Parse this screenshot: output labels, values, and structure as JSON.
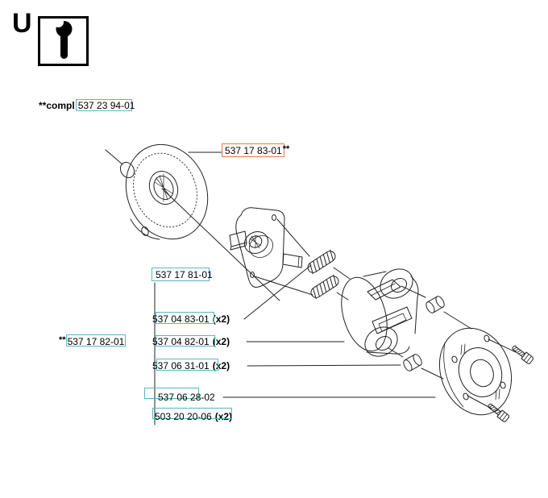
{
  "page": {
    "section_letter": "U",
    "tool_icon": "wrench-icon"
  },
  "colors": {
    "highlight_cyan": "#54b7c8",
    "highlight_orange": "#dd7a50",
    "line_color": "#222222",
    "text_color": "#000000"
  },
  "labels": {
    "compl": {
      "prefix": "**compl",
      "number": "537 23 94-01"
    },
    "p1783": {
      "number": "537 17 83-01",
      "suffix": "**"
    },
    "p1781": {
      "number": "537 17 81-01"
    },
    "p0483": {
      "number": "537 04 83-01",
      "qty": "(x2)"
    },
    "p0482": {
      "number": "537 04 82-01",
      "qty": "(x2)"
    },
    "p0631": {
      "number": "537 06 31-01",
      "qty": "(x2)"
    },
    "p0628": {
      "number": "537 06 28-02"
    },
    "p5032": {
      "number": "503 20 20-06",
      "qty": "(x2)"
    },
    "p1782": {
      "prefix": "**",
      "number": "537 17 82-01"
    }
  },
  "diagram": {
    "parts": [
      "drive-disc-cover",
      "carrier-plate",
      "spring",
      "spring",
      "clutch-hub-body",
      "damper",
      "damper",
      "support-flange",
      "screw",
      "screw"
    ]
  }
}
